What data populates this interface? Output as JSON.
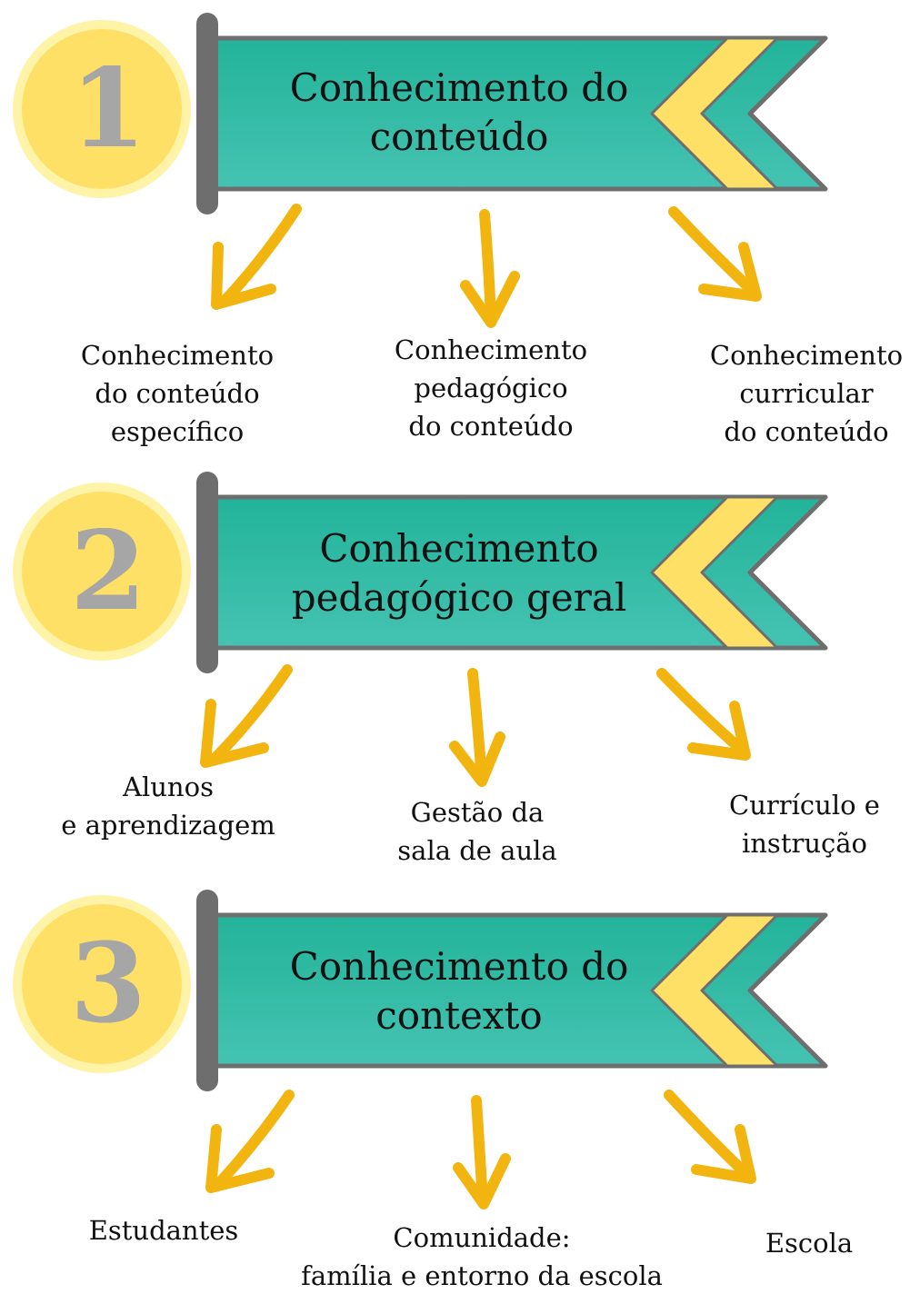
{
  "colors": {
    "banner_teal_top": "#22b39a",
    "banner_teal_bottom": "#43c2b0",
    "chevron_yellow": "#ffe066",
    "outline_gray": "#6e6e6e",
    "badge_yellow": "#ffe066",
    "badge_ring": "#fff3a8",
    "number_gray": "#a6a6a6",
    "arrow_yellow": "#f2b50f"
  },
  "sections": [
    {
      "number": "1",
      "title_lines": [
        "Conhecimento do",
        "conteúdo"
      ],
      "children": [
        {
          "lines": [
            "Conhecimento",
            "do conteúdo",
            "específico"
          ]
        },
        {
          "lines": [
            "Conhecimento",
            "pedagógico",
            "do conteúdo"
          ]
        },
        {
          "lines": [
            "Conhecimento",
            "curricular",
            "do conteúdo"
          ]
        }
      ]
    },
    {
      "number": "2",
      "title_lines": [
        "Conhecimento",
        "pedagógico geral"
      ],
      "children": [
        {
          "lines": [
            "Alunos",
            "e aprendizagem"
          ]
        },
        {
          "lines": [
            "Gestão da",
            "sala de aula"
          ]
        },
        {
          "lines": [
            "Currículo e",
            "instrução"
          ]
        }
      ]
    },
    {
      "number": "3",
      "title_lines": [
        "Conhecimento do",
        "contexto"
      ],
      "children": [
        {
          "lines": [
            "Estudantes"
          ]
        },
        {
          "lines": [
            "Comunidade:",
            "família e entorno da escola"
          ]
        },
        {
          "lines": [
            "Escola"
          ]
        }
      ]
    }
  ]
}
